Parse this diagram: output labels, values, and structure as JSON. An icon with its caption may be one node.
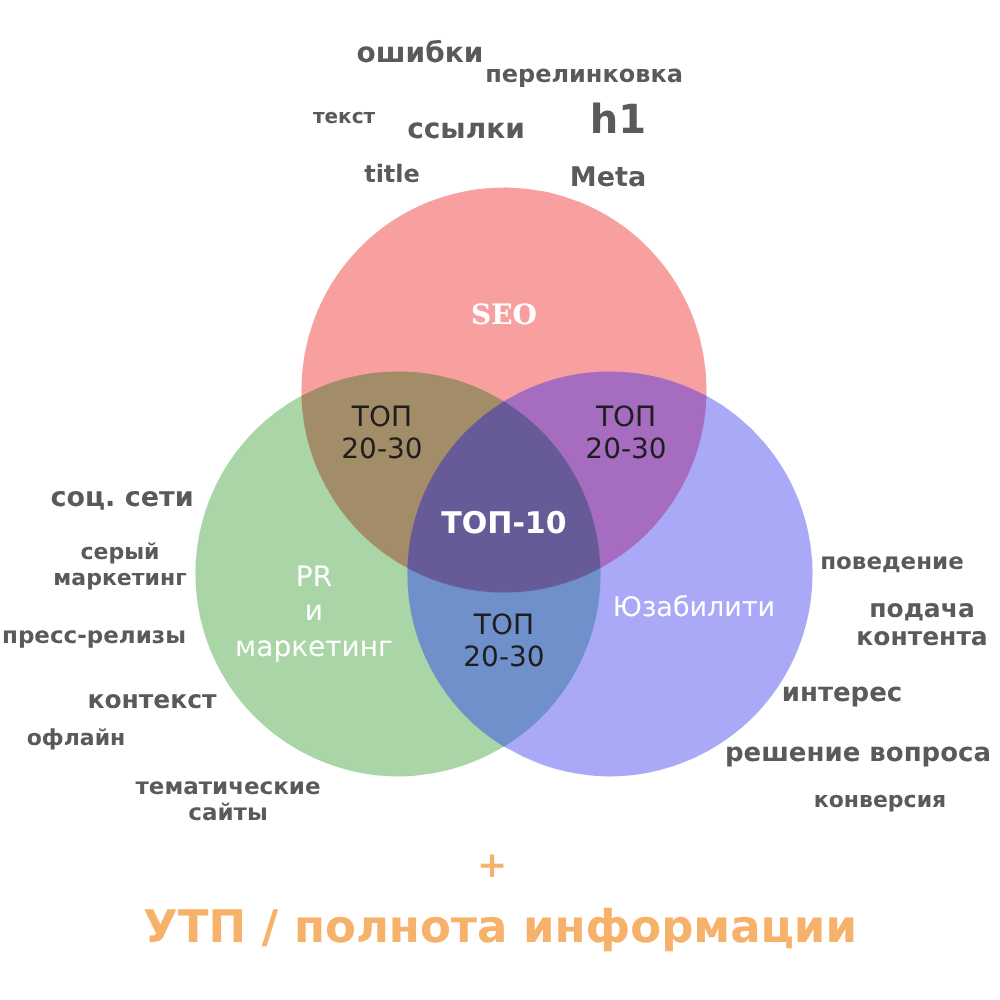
{
  "diagram": {
    "nodes": [
      {
        "text": [
          "SEO"
        ],
        "beside": [
          "ошибки",
          "перелинковка",
          "текст",
          "ссылки",
          "h1",
          "title",
          "Meta"
        ]
      },
      {
        "text": [
          "PR и маркетинг"
        ],
        "beside": [
          "соц. сети",
          "серый маркетинг",
          "пресс-релизы",
          "контекст",
          "офлайн",
          "тематические сайты"
        ]
      },
      {
        "text": [
          "Юзабилити"
        ],
        "beside": [
          "поведение",
          "подача контента",
          "интерес",
          "решение вопроса",
          "конверсия"
        ]
      },
      {
        "text": [
          "ТОП 20-30"
        ]
      },
      {
        "text": [
          "ТОП 20-30"
        ]
      },
      {
        "text": [
          "ТОП-10"
        ]
      },
      {
        "text": [
          "ТОП 20-30"
        ]
      }
    ],
    "labels": [
      "+",
      "УТП / полнота информации"
    ]
  }
}
